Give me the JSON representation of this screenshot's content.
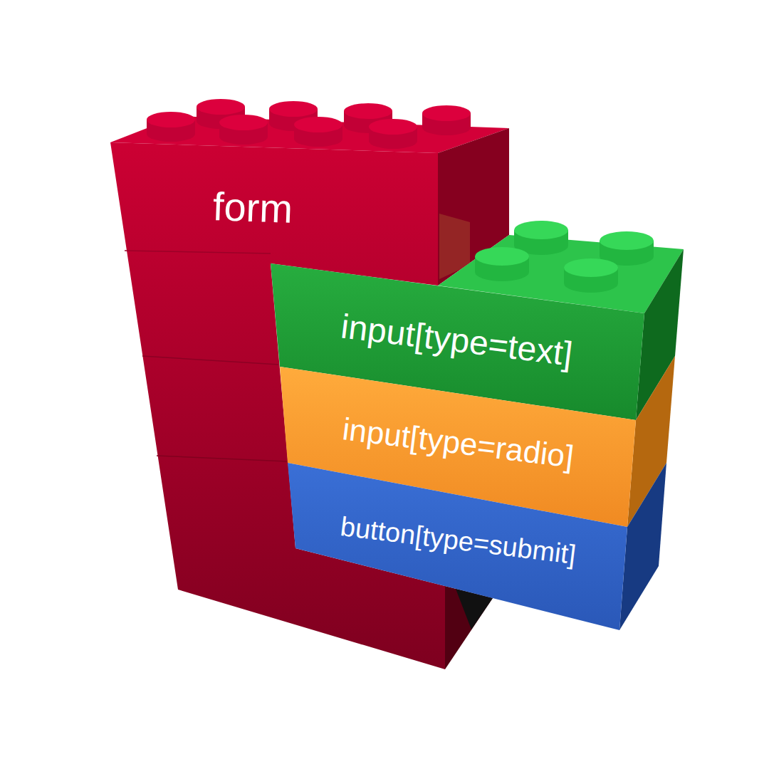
{
  "diagram": {
    "nodes": [
      {
        "text": [
          "form"
        ]
      },
      {
        "text": [
          "input[type=text]"
        ],
        "in": 0
      },
      {
        "text": [
          "input[type=radio]"
        ],
        "in": 0
      },
      {
        "text": [
          "button[type=submit]"
        ],
        "in": 0
      }
    ]
  }
}
